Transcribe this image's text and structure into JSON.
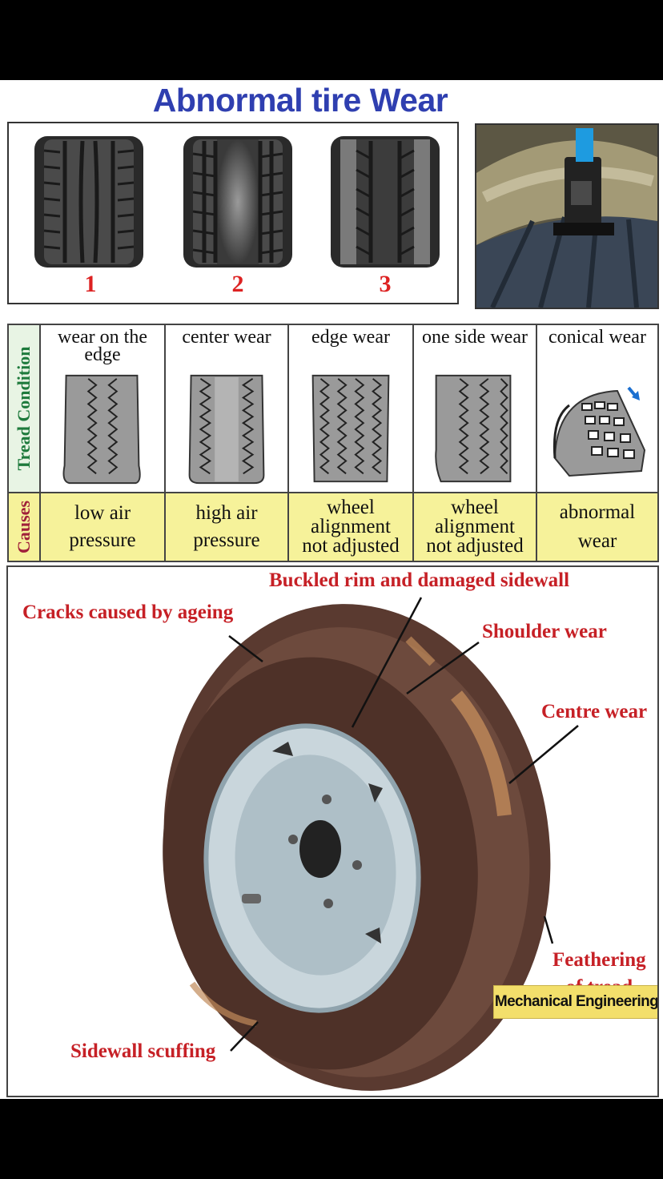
{
  "title": "Abnormal tire Wear",
  "tread_numbers": [
    "1",
    "2",
    "3"
  ],
  "tread_labels": [
    "1",
    "2",
    "3"
  ],
  "table": {
    "condition_label": "Tread Condition",
    "causes_label": "Causes",
    "columns": [
      {
        "condition": "wear on the edge",
        "cause_lines": [
          "low air",
          "pressure"
        ]
      },
      {
        "condition": "center wear",
        "cause_lines": [
          "high air",
          "pressure"
        ]
      },
      {
        "condition": "edge wear",
        "cause_lines": [
          "wheel",
          "alignment",
          "not adjusted"
        ]
      },
      {
        "condition": "one side wear",
        "cause_lines": [
          "wheel",
          "alignment",
          "not adjusted"
        ]
      },
      {
        "condition": "conical wear",
        "cause_lines": [
          "abnormal",
          "wear"
        ]
      }
    ]
  },
  "diagram_callouts": {
    "buckled": "Buckled rim and damaged sidewall",
    "cracks": "Cracks caused by ageing",
    "shoulder": "Shoulder wear",
    "centre": "Centre wear",
    "feathering_1": "Feathering",
    "feathering_2": "of tread",
    "sidewall": "Sidewall scuffing"
  },
  "watermark": "Mechanical Engineering",
  "colors": {
    "title": "#2f3fb0",
    "condition_label": "#1e7a3c",
    "causes_label": "#a0203a",
    "causes_bg": "#f6f29a",
    "callout": "#c62026"
  }
}
